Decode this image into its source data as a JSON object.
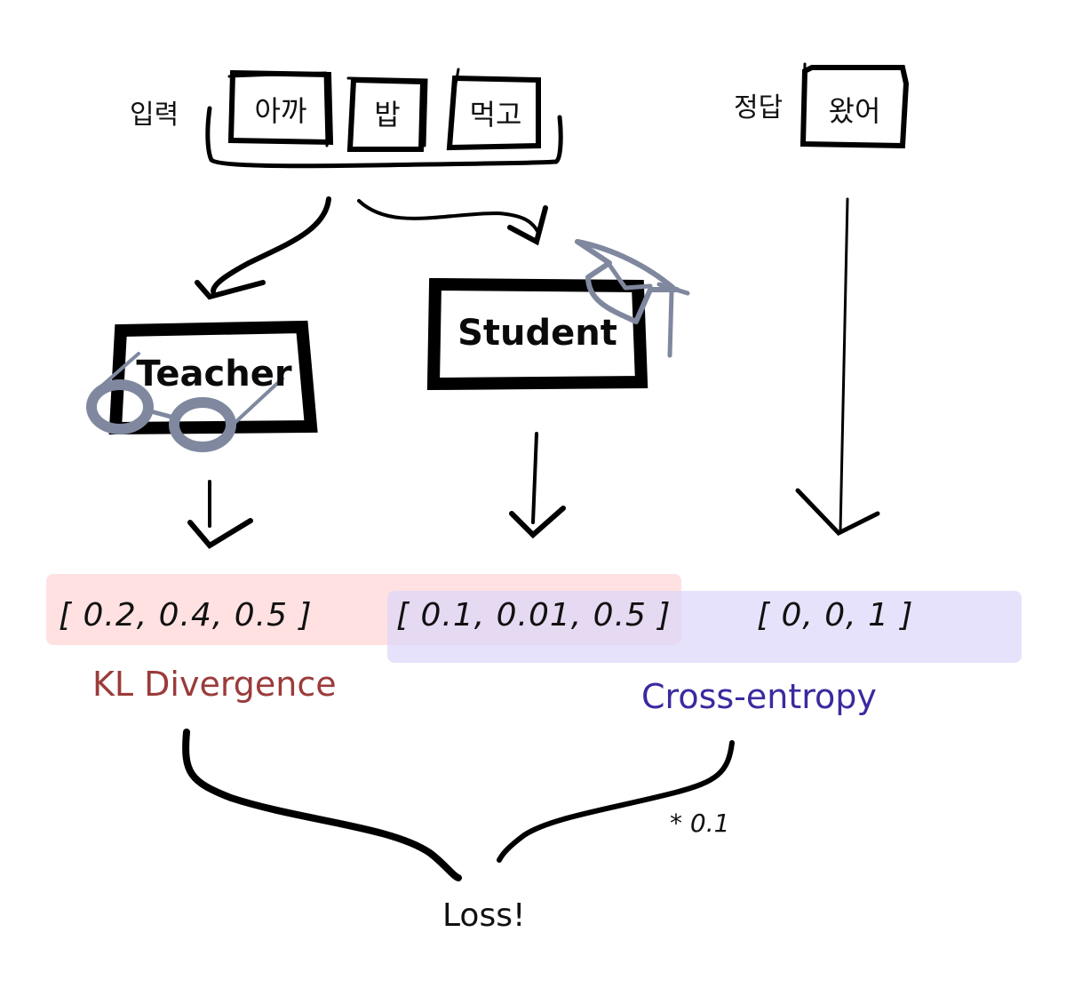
{
  "input": {
    "label": "입력",
    "tokens": [
      "아까",
      "밥",
      "먹고"
    ]
  },
  "answer": {
    "label": "정답",
    "token": "왔어"
  },
  "models": {
    "teacher": "Teacher",
    "student": "Student"
  },
  "outputs": {
    "teacher": "[ 0.2, 0.4, 0.5 ]",
    "student": "[ 0.1, 0.01, 0.5 ]",
    "target": "[ 0, 0, 1 ]"
  },
  "losses": {
    "kl": "KL Divergence",
    "ce": "Cross-entropy",
    "weight": "* 0.1",
    "total": "Loss!"
  },
  "colors": {
    "kl_text": "#9b3b3b",
    "ce_text": "#3a2aa0",
    "kl_highlight": "#ffdfe0",
    "ce_highlight": "#e5e1fb",
    "accessory": "#7f889e"
  }
}
